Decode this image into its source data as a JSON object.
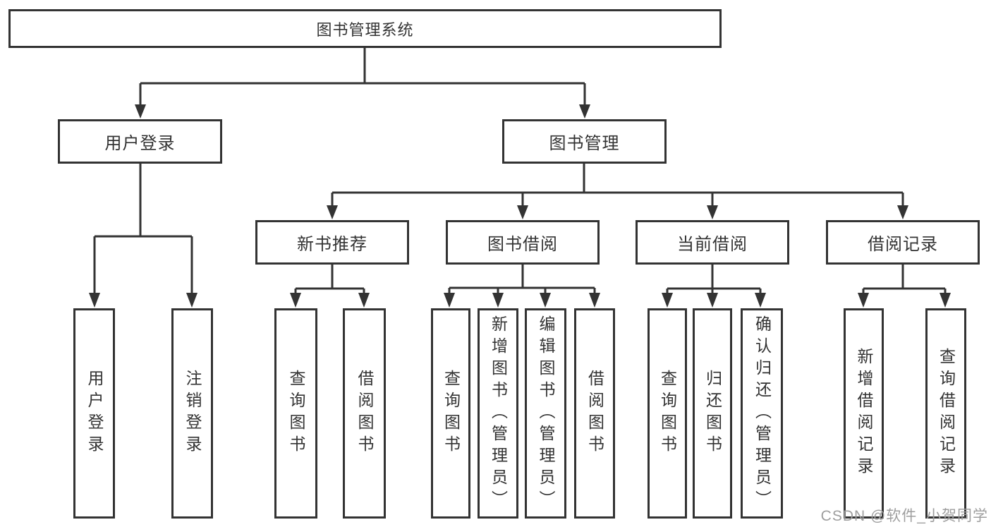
{
  "diagram": {
    "root": {
      "label": "图书管理系统"
    },
    "branches": [
      {
        "label": "用户登录",
        "leaves": [
          {
            "label": "用户登录"
          },
          {
            "label": "注销登录"
          }
        ]
      },
      {
        "label": "图书管理",
        "children": [
          {
            "label": "新书推荐",
            "leaves": [
              {
                "label": "查询图书"
              },
              {
                "label": "借阅图书"
              }
            ]
          },
          {
            "label": "图书借阅",
            "leaves": [
              {
                "label": "查询图书"
              },
              {
                "label": "新增图书（管理员）"
              },
              {
                "label": "编辑图书（管理员）"
              },
              {
                "label": "借阅图书"
              }
            ]
          },
          {
            "label": "当前借阅",
            "leaves": [
              {
                "label": "查询图书"
              },
              {
                "label": "归还图书"
              },
              {
                "label": "确认归还（管理员）"
              }
            ]
          },
          {
            "label": "借阅记录",
            "leaves": [
              {
                "label": "新增借阅记录"
              },
              {
                "label": "查询借阅记录"
              }
            ]
          }
        ]
      }
    ]
  },
  "watermark": {
    "text": "CSDN @软件_小贺同学",
    "color": "#9e9e9e"
  },
  "colors": {
    "line": "#333333",
    "box_border": "#333333",
    "text": "#333333",
    "background": "#ffffff"
  }
}
